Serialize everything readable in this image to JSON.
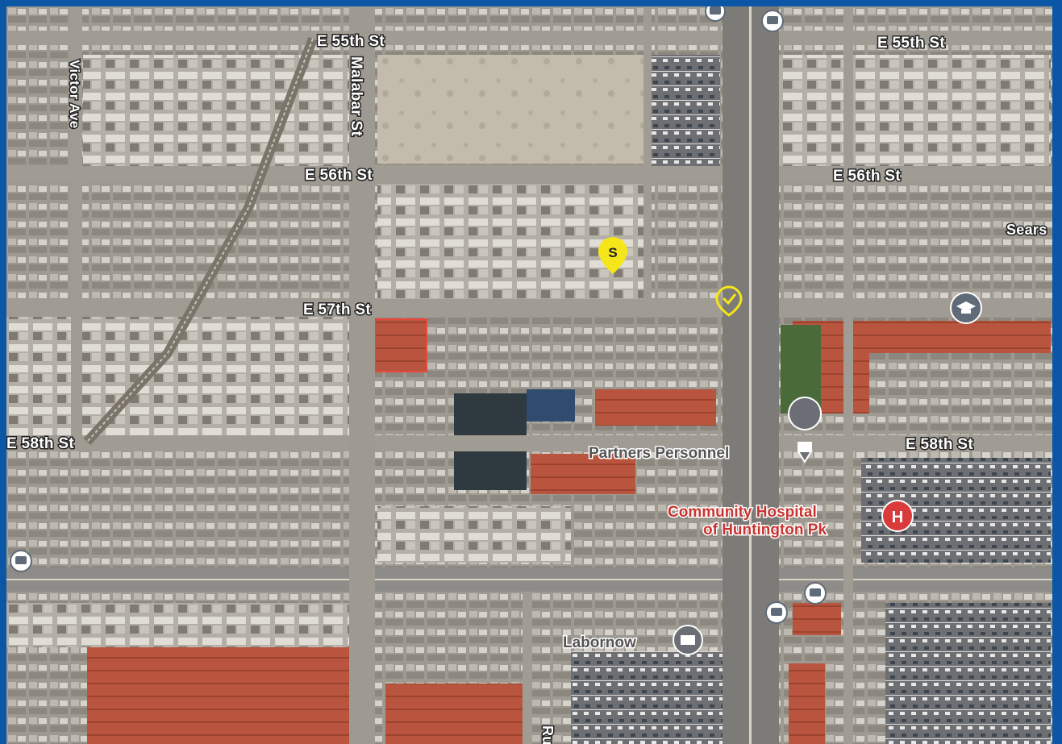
{
  "map": {
    "streets": {
      "e55_left": "E 55th St",
      "e55_right": "E 55th St",
      "e56_left": "E 56th St",
      "e56_right": "E 56th St",
      "e57": "E 57th St",
      "e58_left": "E 58th St",
      "e58_right": "E 58th St",
      "malabar": "Malabar St",
      "victory": "Victor Ave",
      "sears": "Sears",
      "ru": "Ru"
    },
    "pois": {
      "partners": "Partners Personnel",
      "hospital_line1": "Community Hospital",
      "hospital_line2": "of Huntington Pk",
      "labornow": "Labornow"
    },
    "markers": {
      "pin_letter": "S",
      "hospital_letter": "H"
    },
    "colors": {
      "frame": "#0b57a6",
      "pin": "#f5e61a",
      "highlight": "#e8463b",
      "hospital": "#d93a3a",
      "poi_text": "#555555",
      "hospital_text": "#c8342f"
    },
    "icons": [
      "transit-icon",
      "school-icon",
      "briefcase-icon",
      "hospital-icon",
      "check-marker-icon"
    ]
  }
}
